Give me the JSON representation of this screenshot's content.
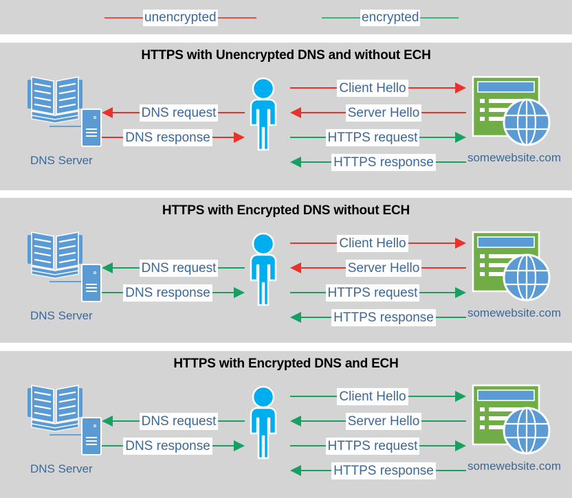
{
  "legend": {
    "items": [
      {
        "id": "unencrypted",
        "label": "unencrypted",
        "color": "#e0514c"
      },
      {
        "id": "encrypted",
        "label": "encrypted",
        "color": "#3cb37a"
      }
    ]
  },
  "colors": {
    "panel_background": "#d4d4d4",
    "page_background": "#ffffff",
    "unencrypted_red": "#e8322b",
    "encrypted_green": "#16a061",
    "label_text_blue": "#3b6897",
    "person_blue": "#00aeef",
    "book_blue": "#5b9bd5",
    "website_green": "#70ad47",
    "globe_blue": "#5b9bd5",
    "title_black": "#000000"
  },
  "actors": {
    "dns_server_label": "DNS Server",
    "website_label": "somewebsite.com",
    "client_label": "user"
  },
  "panels": [
    {
      "id": "panel-1",
      "title": "HTTPS with Unencrypted DNS and without ECH",
      "dns_flows": [
        {
          "label": "DNS request",
          "direction": "left",
          "encrypted": false
        },
        {
          "label": "DNS response",
          "direction": "right",
          "encrypted": false
        }
      ],
      "https_flows": [
        {
          "label": "Client Hello",
          "direction": "right",
          "encrypted": false
        },
        {
          "label": "Server Hello",
          "direction": "left",
          "encrypted": false
        },
        {
          "label": "HTTPS request",
          "direction": "right",
          "encrypted": true
        },
        {
          "label": "HTTPS response",
          "direction": "left",
          "encrypted": true
        }
      ]
    },
    {
      "id": "panel-2",
      "title": "HTTPS with Encrypted DNS without ECH",
      "dns_flows": [
        {
          "label": "DNS request",
          "direction": "left",
          "encrypted": true
        },
        {
          "label": "DNS response",
          "direction": "right",
          "encrypted": true
        }
      ],
      "https_flows": [
        {
          "label": "Client Hello",
          "direction": "right",
          "encrypted": false
        },
        {
          "label": "Server Hello",
          "direction": "left",
          "encrypted": false
        },
        {
          "label": "HTTPS request",
          "direction": "right",
          "encrypted": true
        },
        {
          "label": "HTTPS response",
          "direction": "left",
          "encrypted": true
        }
      ]
    },
    {
      "id": "panel-3",
      "title": "HTTPS with Encrypted DNS and ECH",
      "dns_flows": [
        {
          "label": "DNS request",
          "direction": "left",
          "encrypted": true
        },
        {
          "label": "DNS response",
          "direction": "right",
          "encrypted": true
        }
      ],
      "https_flows": [
        {
          "label": "Client Hello",
          "direction": "right",
          "encrypted": true
        },
        {
          "label": "Server Hello",
          "direction": "left",
          "encrypted": true
        },
        {
          "label": "HTTPS request",
          "direction": "right",
          "encrypted": true
        },
        {
          "label": "HTTPS response",
          "direction": "left",
          "encrypted": true
        }
      ]
    }
  ]
}
